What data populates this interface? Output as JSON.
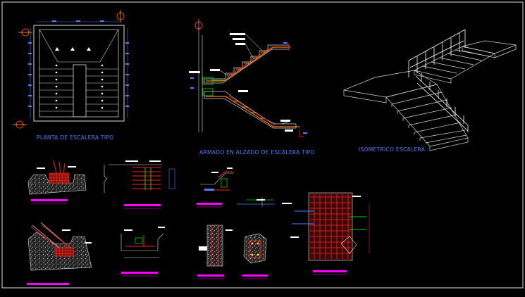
{
  "titles": {
    "plan": "PLANTA DE ESCALERA TIPO",
    "elevation": "ARMADO EN ALZADO DE ESCALERA TIPO",
    "isometric": "ISOMETRICO ESCALERA"
  },
  "colors": {
    "background": "#000000",
    "caption": "#4f7cff",
    "rebar": "#ff2020",
    "concrete_hatch": "#c8c8c8",
    "dimension": "#ffffff",
    "label_bar": "#ff00ff",
    "note_green": "#00d000",
    "note_yellow": "#e0c020"
  }
}
